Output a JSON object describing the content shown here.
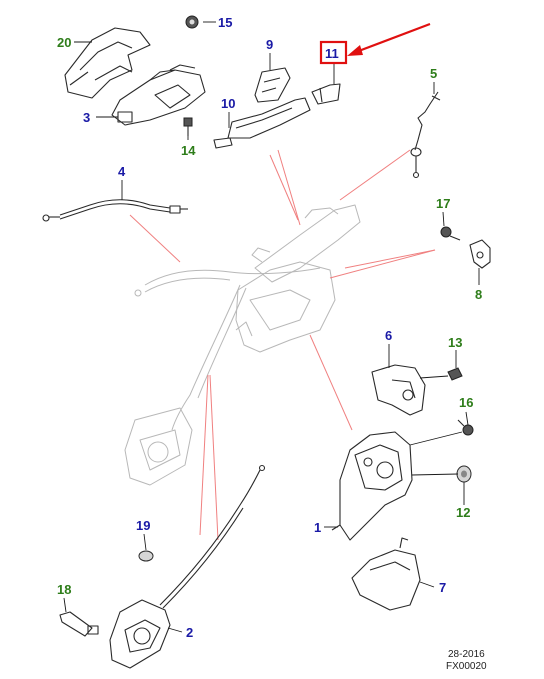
{
  "colors": {
    "label_blue": "#1a1aa6",
    "label_green": "#2e7d1a",
    "highlight_red": "#e01010",
    "callout_line_red": "#f08080"
  },
  "labels": {
    "l1": "1",
    "l2": "2",
    "l3": "3",
    "l4": "4",
    "l5": "5",
    "l6": "6",
    "l7": "7",
    "l8": "8",
    "l9": "9",
    "l10": "10",
    "l11": "11",
    "l12": "12",
    "l13": "13",
    "l14": "14",
    "l15": "15",
    "l16": "16",
    "l17": "17",
    "l18": "18",
    "l19": "19",
    "l20": "20"
  },
  "highlighted_label": "11",
  "footer": {
    "code1": "28-2016",
    "code2": "FX00020"
  }
}
